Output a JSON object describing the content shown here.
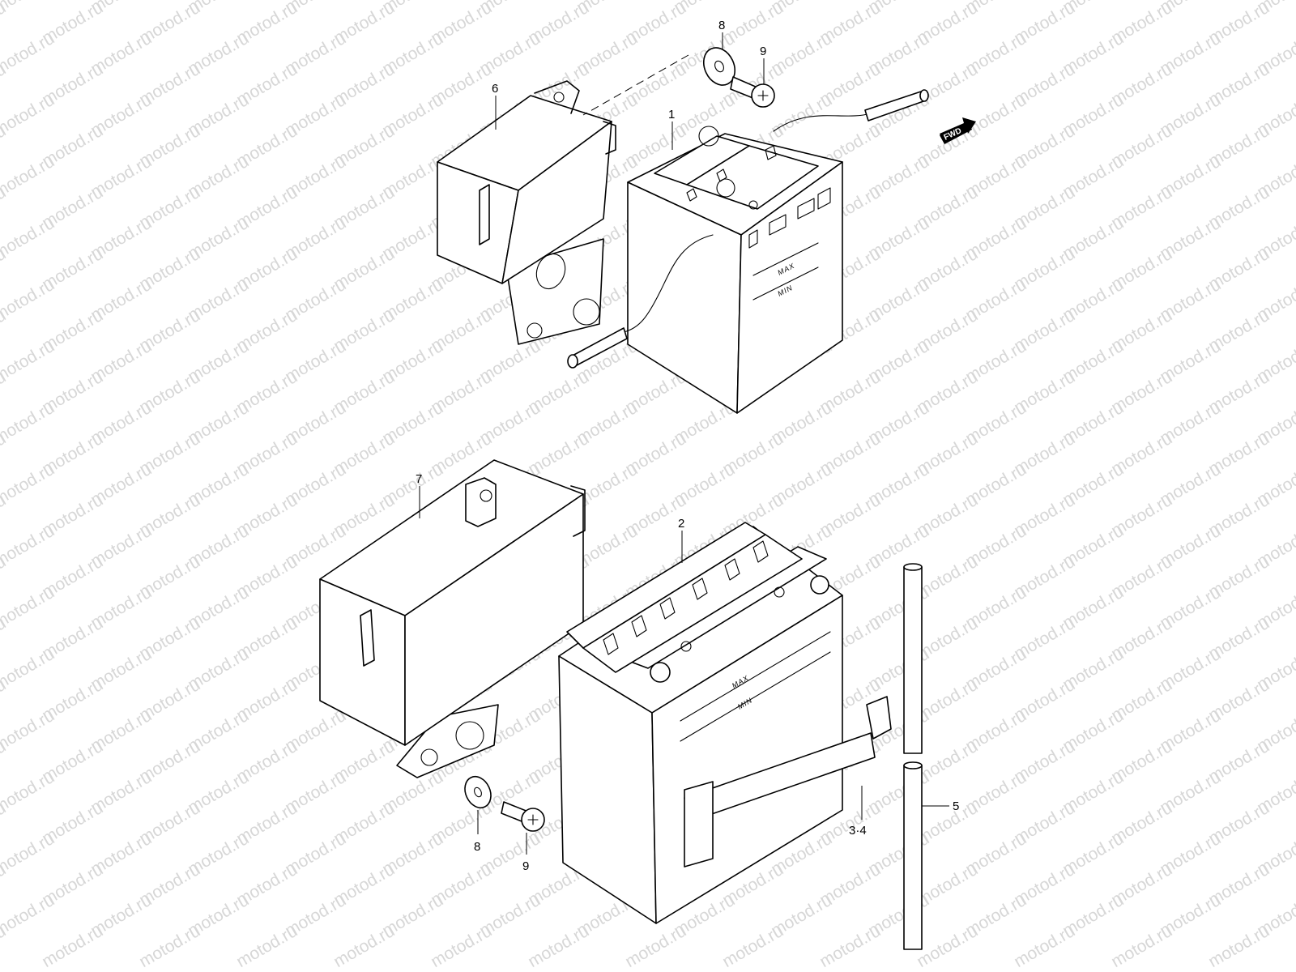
{
  "watermark": {
    "text": "motod.ru"
  },
  "direction_badge": {
    "text": "FWD"
  },
  "callouts": {
    "c1": "1",
    "c2": "2",
    "c34": "3·4",
    "c5": "5",
    "c6": "6",
    "c7": "7",
    "c8_top": "8",
    "c9_top": "9",
    "c8_bottom": "8",
    "c9_bottom": "9"
  },
  "battery_top": {
    "level_max": "MAX",
    "level_min": "MIN"
  },
  "battery_bottom": {
    "level_max": "MAX",
    "level_min": "MIN"
  }
}
